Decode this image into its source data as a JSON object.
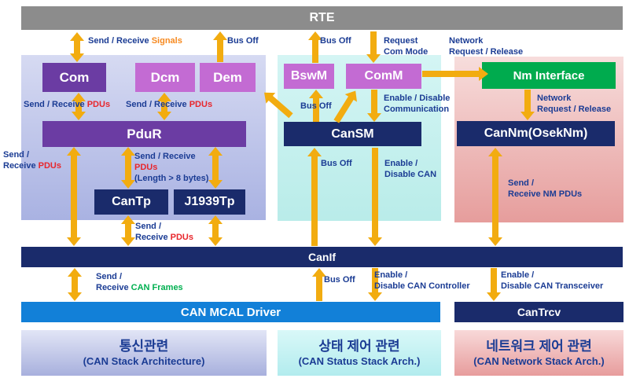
{
  "nodes": {
    "rte": "RTE",
    "com": "Com",
    "dcm": "Dcm",
    "dem": "Dem",
    "pdur": "PduR",
    "cantp": "CanTp",
    "j1939tp": "J1939Tp",
    "bswm": "BswM",
    "comm": "ComM",
    "cansm": "CanSM",
    "nm_interface": "Nm Interface",
    "cannm": "CanNm(OsekNm)",
    "canif": "CanIf",
    "mcal": "CAN MCAL Driver",
    "cantrcv": "CanTrcv"
  },
  "labels": {
    "send_receive": "Send / Receive ",
    "send_receive_nosp": "Send / Receive",
    "signals": "Signals",
    "pdus": "PDUs",
    "send": "Send /",
    "receive": "Receive ",
    "length_note": "(Length > 8 bytes)",
    "can_frames": "CAN Frames",
    "receive_nm_pdus": "Receive NM PDUs",
    "bus_off": "Bus Off",
    "request": "Request",
    "com_mode": "Com Mode",
    "network": "Network",
    "request_release": "Request / Release",
    "enable_disable": "Enable / Disable",
    "communication": "Communication",
    "enable": "Enable /",
    "disable_can": "Disable CAN",
    "disable_can_controller": "Disable CAN Controller",
    "disable_can_transceiver": "Disable CAN Transceiver"
  },
  "footers": {
    "left": {
      "kr": "통신관련",
      "en": "(CAN Stack Architecture)"
    },
    "middle": {
      "kr": "상태 제어 관련",
      "en": "(CAN Status Stack Arch.)"
    },
    "right": {
      "kr": "네트워크 제어 관련",
      "en": "(CAN Network Stack Arch.)"
    }
  },
  "colors": {
    "arrow": "#F2AC10",
    "navy_box": "#1A2B6B",
    "purple_box": "#6B3CA3",
    "orchid_box": "#C36BD3",
    "green_box": "#00AB4E",
    "blue_box": "#1280D8",
    "rte_gray": "#8C8C8C",
    "label_navy": "#1B3C94",
    "label_red": "#E8262C",
    "label_orange": "#F6891F",
    "label_green": "#00B050"
  }
}
